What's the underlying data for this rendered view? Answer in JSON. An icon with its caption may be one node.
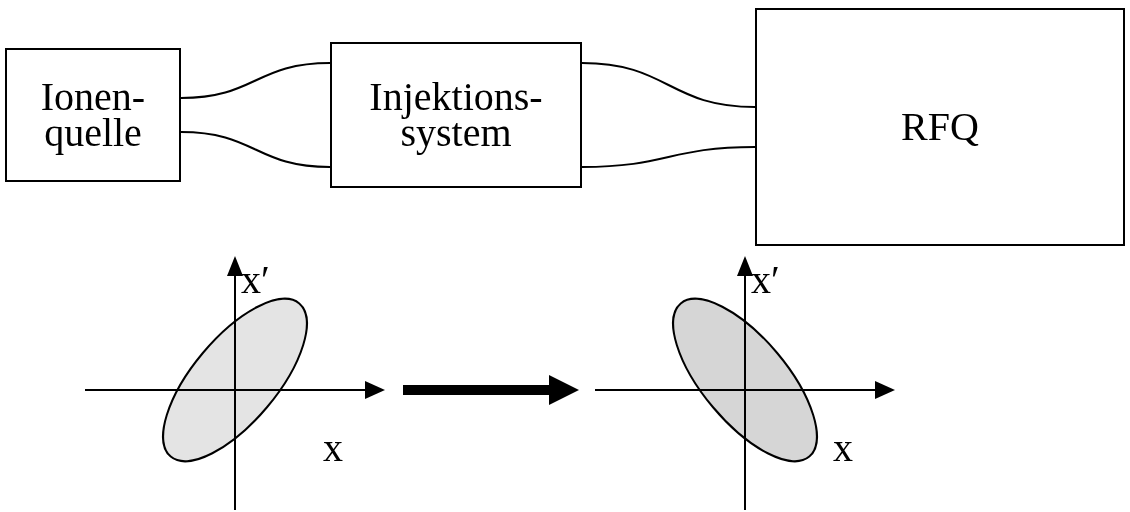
{
  "diagram": {
    "nodes": [
      {
        "text": [
          "Ionen- quelle"
        ]
      },
      {
        "text": [
          "Injektions- system"
        ]
      },
      {
        "text": [
          "RFQ"
        ]
      },
      {
        "text": [
          "x′",
          "x"
        ]
      },
      {
        "text": [
          "x′",
          "x"
        ]
      }
    ],
    "edges": [
      {
        "from": 0,
        "to": 1,
        "arrow": "none"
      },
      {
        "from": 0,
        "to": 1,
        "arrow": "none"
      },
      {
        "from": 1,
        "to": 2,
        "arrow": "none"
      },
      {
        "from": 1,
        "to": 2,
        "arrow": "none"
      },
      {
        "from": 3,
        "to": 4,
        "arrow": "to",
        "style": "thick"
      }
    ]
  }
}
